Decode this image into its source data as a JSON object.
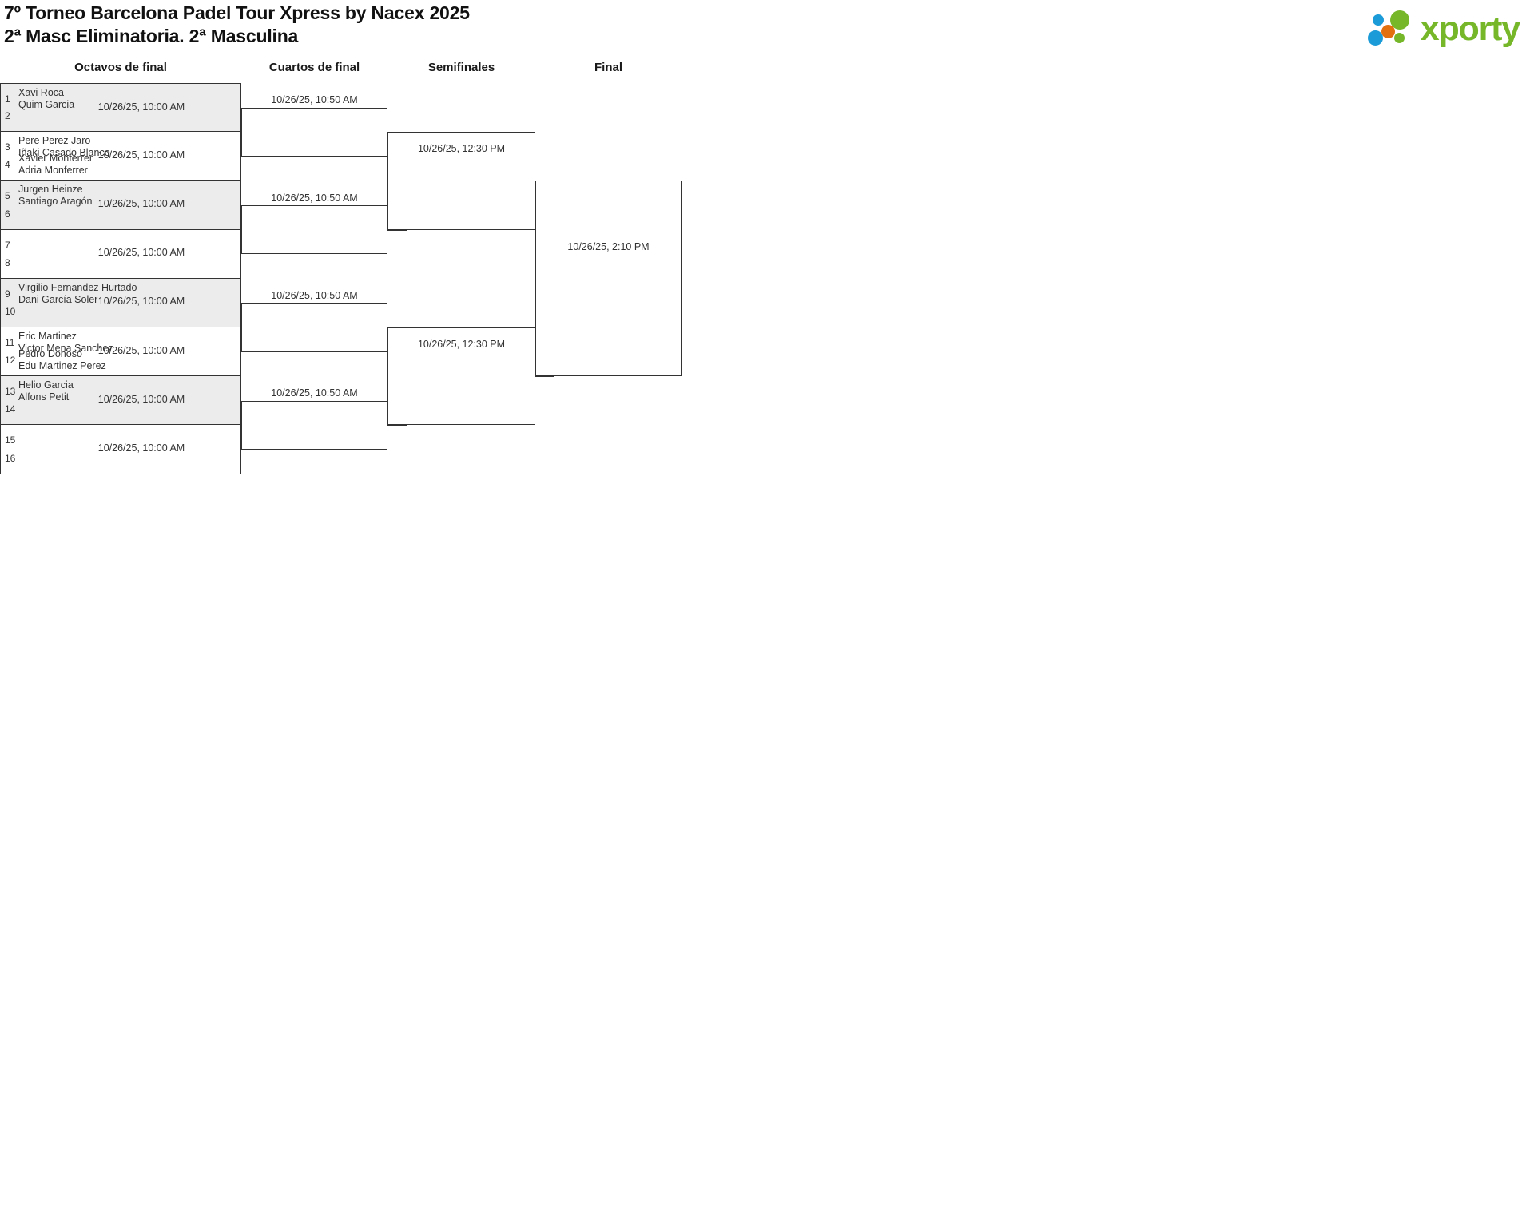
{
  "header": {
    "title_line1": "7º Torneo Barcelona Padel Tour Xpress by Nacex 2025",
    "title_line2": "2ª Masc Eliminatoria. 2ª Masculina",
    "logo_text": "xporty",
    "logo_colors": {
      "blue": "#1b9bd8",
      "orange": "#e2700f",
      "green": "#76b72a"
    }
  },
  "rounds": [
    {
      "key": "octavos",
      "label": "Octavos de final"
    },
    {
      "key": "cuartos",
      "label": "Cuartos de final"
    },
    {
      "key": "semifinales",
      "label": "Semifinales"
    },
    {
      "key": "final",
      "label": "Final"
    }
  ],
  "bracket": {
    "octavos": [
      {
        "time": "10/26/25, 10:00 AM",
        "shaded": true,
        "top": {
          "seed": "1",
          "players": [
            "Xavi Roca",
            "Quim Garcia"
          ]
        },
        "bottom": {
          "seed": "2",
          "players": []
        }
      },
      {
        "time": "10/26/25, 10:00 AM",
        "shaded": false,
        "top": {
          "seed": "3",
          "players": [
            "Pere Perez Jaro",
            "Iñaki Casado Blanco"
          ]
        },
        "bottom": {
          "seed": "4",
          "players": [
            "Xavier Monferrer",
            "Adria Monferrer"
          ]
        }
      },
      {
        "time": "10/26/25, 10:00 AM",
        "shaded": true,
        "top": {
          "seed": "5",
          "players": [
            "Jurgen Heinze",
            "Santiago Aragón"
          ]
        },
        "bottom": {
          "seed": "6",
          "players": []
        }
      },
      {
        "time": "10/26/25, 10:00 AM",
        "shaded": false,
        "top": {
          "seed": "7",
          "players": []
        },
        "bottom": {
          "seed": "8",
          "players": []
        }
      },
      {
        "time": "10/26/25, 10:00 AM",
        "shaded": true,
        "top": {
          "seed": "9",
          "players": [
            "Virgilio Fernandez Hurtado",
            "Dani García Soler"
          ]
        },
        "bottom": {
          "seed": "10",
          "players": []
        }
      },
      {
        "time": "10/26/25, 10:00 AM",
        "shaded": false,
        "top": {
          "seed": "11",
          "players": [
            "Eric Martinez",
            "Victor Mena Sanchez"
          ]
        },
        "bottom": {
          "seed": "12",
          "players": [
            "Pedro Donoso",
            "Edu Martinez Perez"
          ]
        }
      },
      {
        "time": "10/26/25, 10:00 AM",
        "shaded": true,
        "top": {
          "seed": "13",
          "players": [
            "Helio Garcia",
            "Alfons Petit"
          ]
        },
        "bottom": {
          "seed": "14",
          "players": []
        }
      },
      {
        "time": "10/26/25, 10:00 AM",
        "shaded": false,
        "top": {
          "seed": "15",
          "players": []
        },
        "bottom": {
          "seed": "16",
          "players": []
        }
      }
    ],
    "cuartos": [
      {
        "time": "10/26/25, 10:50 AM"
      },
      {
        "time": "10/26/25, 10:50 AM"
      },
      {
        "time": "10/26/25, 10:50 AM"
      },
      {
        "time": "10/26/25, 10:50 AM"
      }
    ],
    "semifinales": [
      {
        "time": "10/26/25, 12:30 PM"
      },
      {
        "time": "10/26/25, 12:30 PM"
      }
    ],
    "final": [
      {
        "time": "10/26/25, 2:10 PM"
      }
    ]
  }
}
